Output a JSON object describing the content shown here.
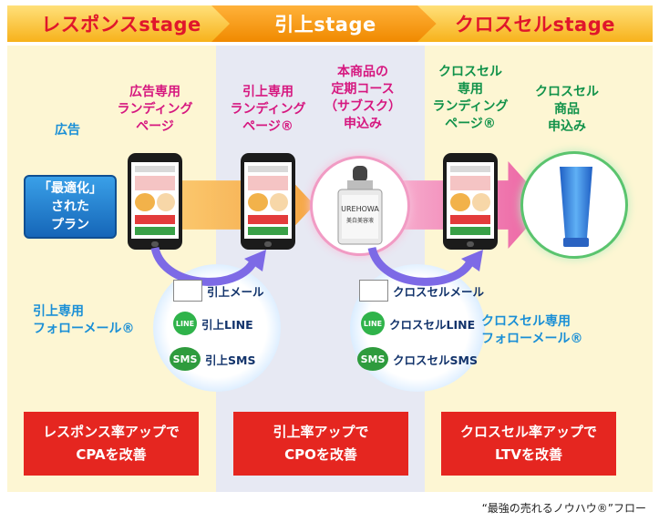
{
  "stages": {
    "response": "レスポンスstage",
    "upsell": "引上stage",
    "cross": "クロスセルstage"
  },
  "labels": {
    "ad": "広告",
    "ad_lp": [
      "広告専用",
      "ランディング",
      "ページ"
    ],
    "upsell_lp": [
      "引上専用",
      "ランディング",
      "ページ®"
    ],
    "main_product": [
      "本商品の",
      "定期コース",
      "（サブスク）",
      "申込み"
    ],
    "cross_lp": [
      "クロスセル",
      "専用",
      "ランディング",
      "ページ®"
    ],
    "cross_product": [
      "クロスセル",
      "商品",
      "申込み"
    ]
  },
  "plan_box": [
    "「最適化」",
    "された",
    "プラン"
  ],
  "follow_left": [
    "引上専用",
    "フォローメール®"
  ],
  "follow_right": [
    "クロスセル専用",
    "フォローメール®"
  ],
  "channels_left": {
    "mail": "引上メール",
    "line": "引上LINE",
    "sms": "引上SMS"
  },
  "channels_right": {
    "mail": "クロスセルメール",
    "line": "クロスセルLINE",
    "sms": "クロスセルSMS"
  },
  "icon_text": {
    "line": "LINE",
    "sms": "SMS"
  },
  "product_text": {
    "bottle_brand": "UREHOWA",
    "bottle_sub": "美白美容液"
  },
  "results": {
    "response": [
      "レスポンス率アップで",
      "CPAを改善"
    ],
    "upsell": [
      "引上率アップで",
      "CPOを改善"
    ],
    "cross": [
      "クロスセル率アップで",
      "LTVを改善"
    ]
  },
  "footer": "“最強の売れるノウハウ®”フロー",
  "colors": {
    "red": "#e52620",
    "pink": "#d6177f",
    "green": "#11924a",
    "blue": "#1a8fd6",
    "gold": "#f7b21b",
    "orange": "#f08a00"
  }
}
